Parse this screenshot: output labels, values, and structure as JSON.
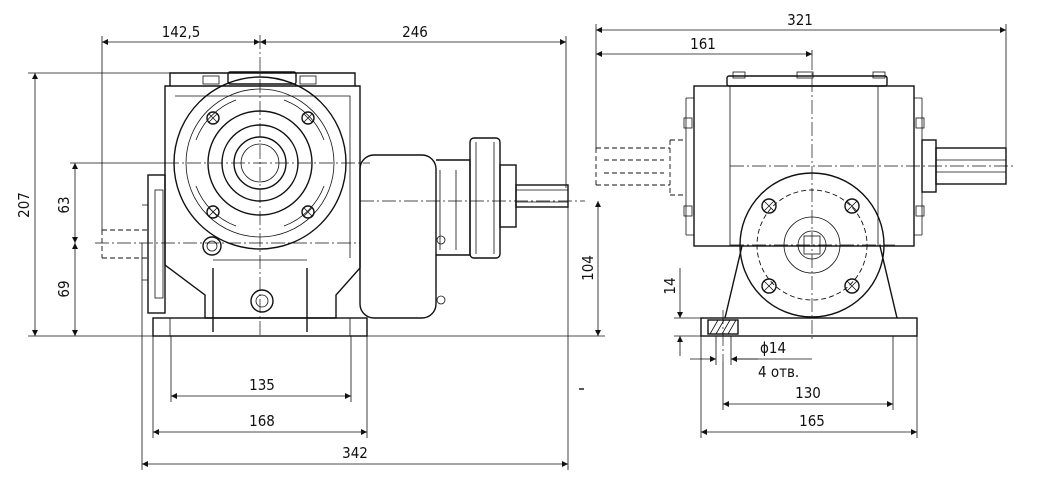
{
  "drawing": {
    "front_view": {
      "dim_top_left": "142,5",
      "dim_top_right": "246",
      "dim_height_total": "207",
      "dim_upper": "63",
      "dim_lower": "69",
      "dim_shaft_height": "104",
      "dim_bolt_spacing": "135",
      "dim_base_width": "168",
      "dim_overall_length": "342"
    },
    "side_view": {
      "dim_overall": "321",
      "dim_shaft": "161",
      "dim_foot_height": "14",
      "dim_hole_diameter": "ϕ14",
      "dim_hole_count": "4 отв.",
      "dim_bolt_spacing": "130",
      "dim_base_width": "165"
    }
  }
}
